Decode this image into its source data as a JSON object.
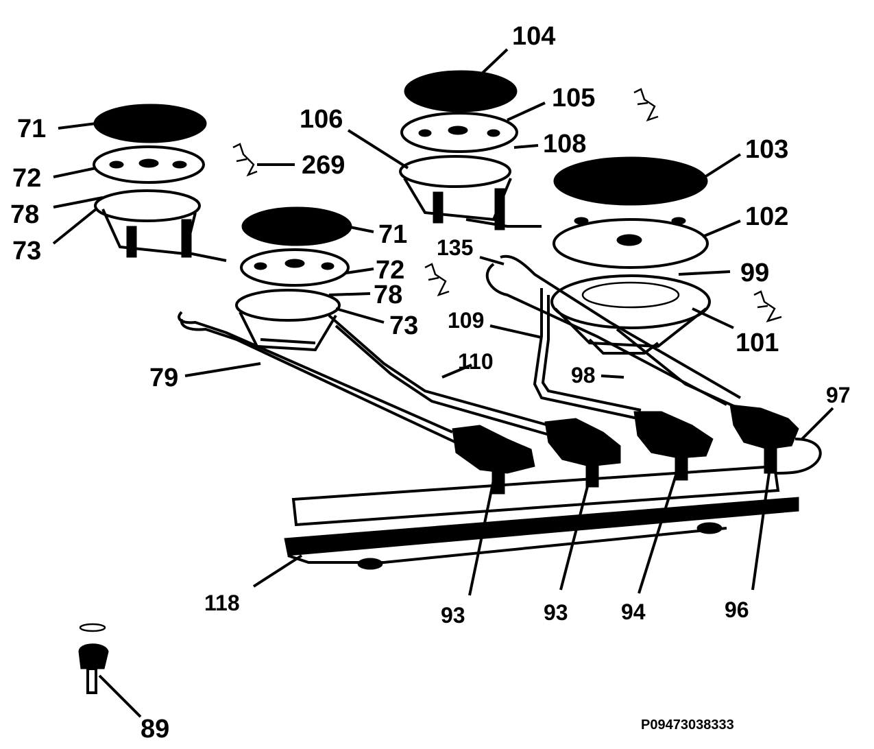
{
  "drawing": {
    "part_number": "P09473038333"
  },
  "labels": {
    "l71a": "71",
    "l72a": "72",
    "l78a": "78",
    "l73a": "73",
    "l269": "269",
    "l71b": "71",
    "l72b": "72",
    "l78b": "78",
    "l73b": "73",
    "l106": "106",
    "l104": "104",
    "l105": "105",
    "l108": "108",
    "l103": "103",
    "l102": "102",
    "l135": "135",
    "l99": "99",
    "l101": "101",
    "l109": "109",
    "l110": "110",
    "l98": "98",
    "l97": "97",
    "l79": "79",
    "l118": "118",
    "l93a": "93",
    "l93b": "93",
    "l94": "94",
    "l96": "96",
    "l89": "89"
  }
}
